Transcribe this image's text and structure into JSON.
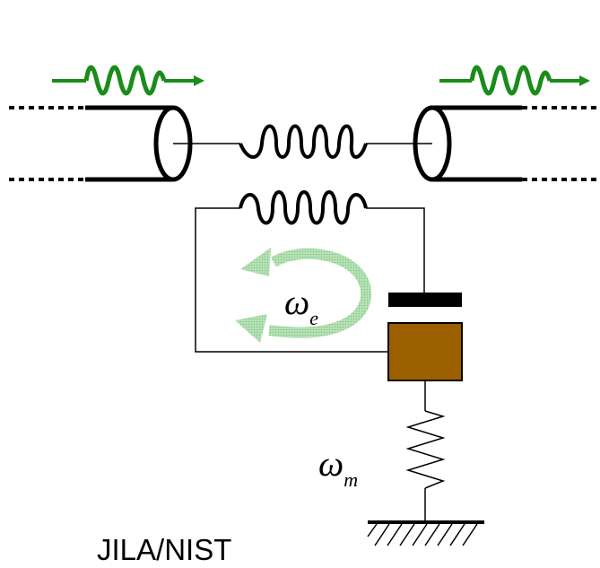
{
  "credit": "JILA/NIST",
  "labels": {
    "electrical_mode": {
      "symbol": "ω",
      "subscript": "e"
    },
    "mechanical_mode": {
      "symbol": "ω",
      "subscript": "m"
    }
  },
  "colors": {
    "wave": "#1a8c1a",
    "circulation": "#9bd39b",
    "mass": "#9b5f00",
    "line": "#000000"
  },
  "icons": {
    "input_wave": "wavy-arrow-right-icon",
    "output_wave": "wavy-arrow-right-icon",
    "circulation": "circular-arrow-icon",
    "ground": "ground-hatch-icon"
  }
}
